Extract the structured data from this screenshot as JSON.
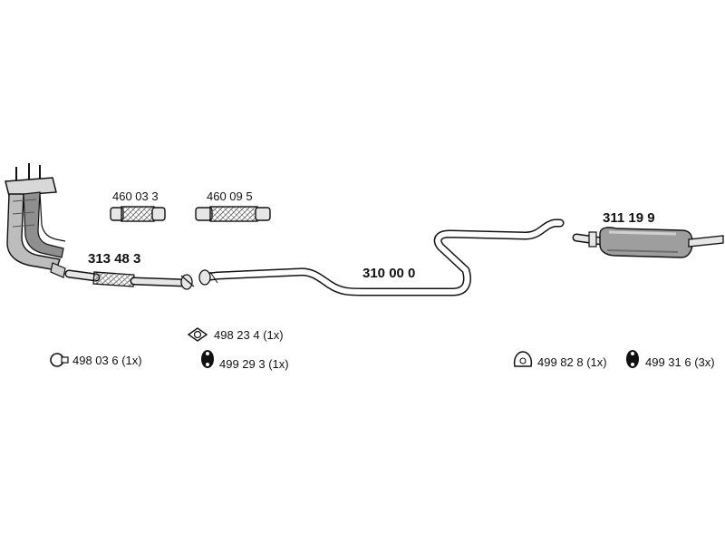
{
  "parts": {
    "manifold": {
      "icon": "exhaust-manifold-icon"
    },
    "flex_left": {
      "number": "460 03 3",
      "icon": "flex-pipe-icon"
    },
    "flex_right": {
      "number": "460 09 5",
      "icon": "flex-pipe-icon"
    },
    "front_pipe": {
      "number": "313 48 3",
      "icon": "front-pipe-icon"
    },
    "middle_pipe": {
      "number": "310 00 0",
      "icon": "middle-pipe-icon"
    },
    "rear_silencer": {
      "number": "311 19 9",
      "icon": "rear-silencer-icon"
    }
  },
  "fittings": [
    {
      "text": "498 23 4 (1x)",
      "icon": "gasket-icon"
    },
    {
      "text": "498 03 6 (1x)",
      "icon": "clamp-ring-icon"
    },
    {
      "text": "499 29 3 (1x)",
      "icon": "rubber-mount-icon"
    },
    {
      "text": "499 82 8 (1x)",
      "icon": "hanger-ring-icon"
    },
    {
      "text": "499 31 6 (3x)",
      "icon": "rubber-mount-icon"
    }
  ],
  "colors": {
    "line": "#111111",
    "fill": "#e6e6e6",
    "shade": "#9a9a9a"
  }
}
